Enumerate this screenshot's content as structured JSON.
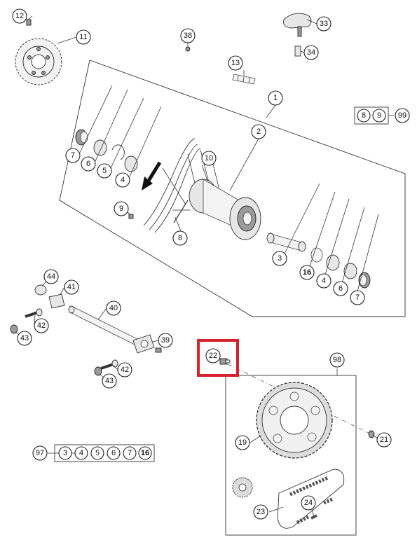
{
  "callouts": {
    "c1": "1",
    "c2": "2",
    "c3": "3",
    "c4a": "4",
    "c4b": "4",
    "c5": "5",
    "c6a": "6",
    "c6b": "6",
    "c7a": "7",
    "c7b": "7",
    "c8": "8",
    "c9": "9",
    "c10": "10",
    "c11": "11",
    "c12": "12",
    "c13": "13",
    "c16": "16",
    "c19": "19",
    "c21": "21",
    "c22": "22",
    "c23": "23",
    "c24": "24",
    "c33": "33",
    "c34": "34",
    "c38": "38",
    "c39": "39",
    "c40": "40",
    "c41": "41",
    "c42a": "42",
    "c42b": "42",
    "c43a": "43",
    "c43b": "43",
    "c44": "44",
    "c98": "98"
  },
  "kit99": {
    "items": [
      "8",
      "9"
    ],
    "kit": "99"
  },
  "kit97": {
    "kit": "97",
    "items": [
      "3",
      "4",
      "5",
      "6",
      "7",
      "16"
    ]
  },
  "highlight": {
    "target": "22",
    "color": "#d6222a"
  }
}
